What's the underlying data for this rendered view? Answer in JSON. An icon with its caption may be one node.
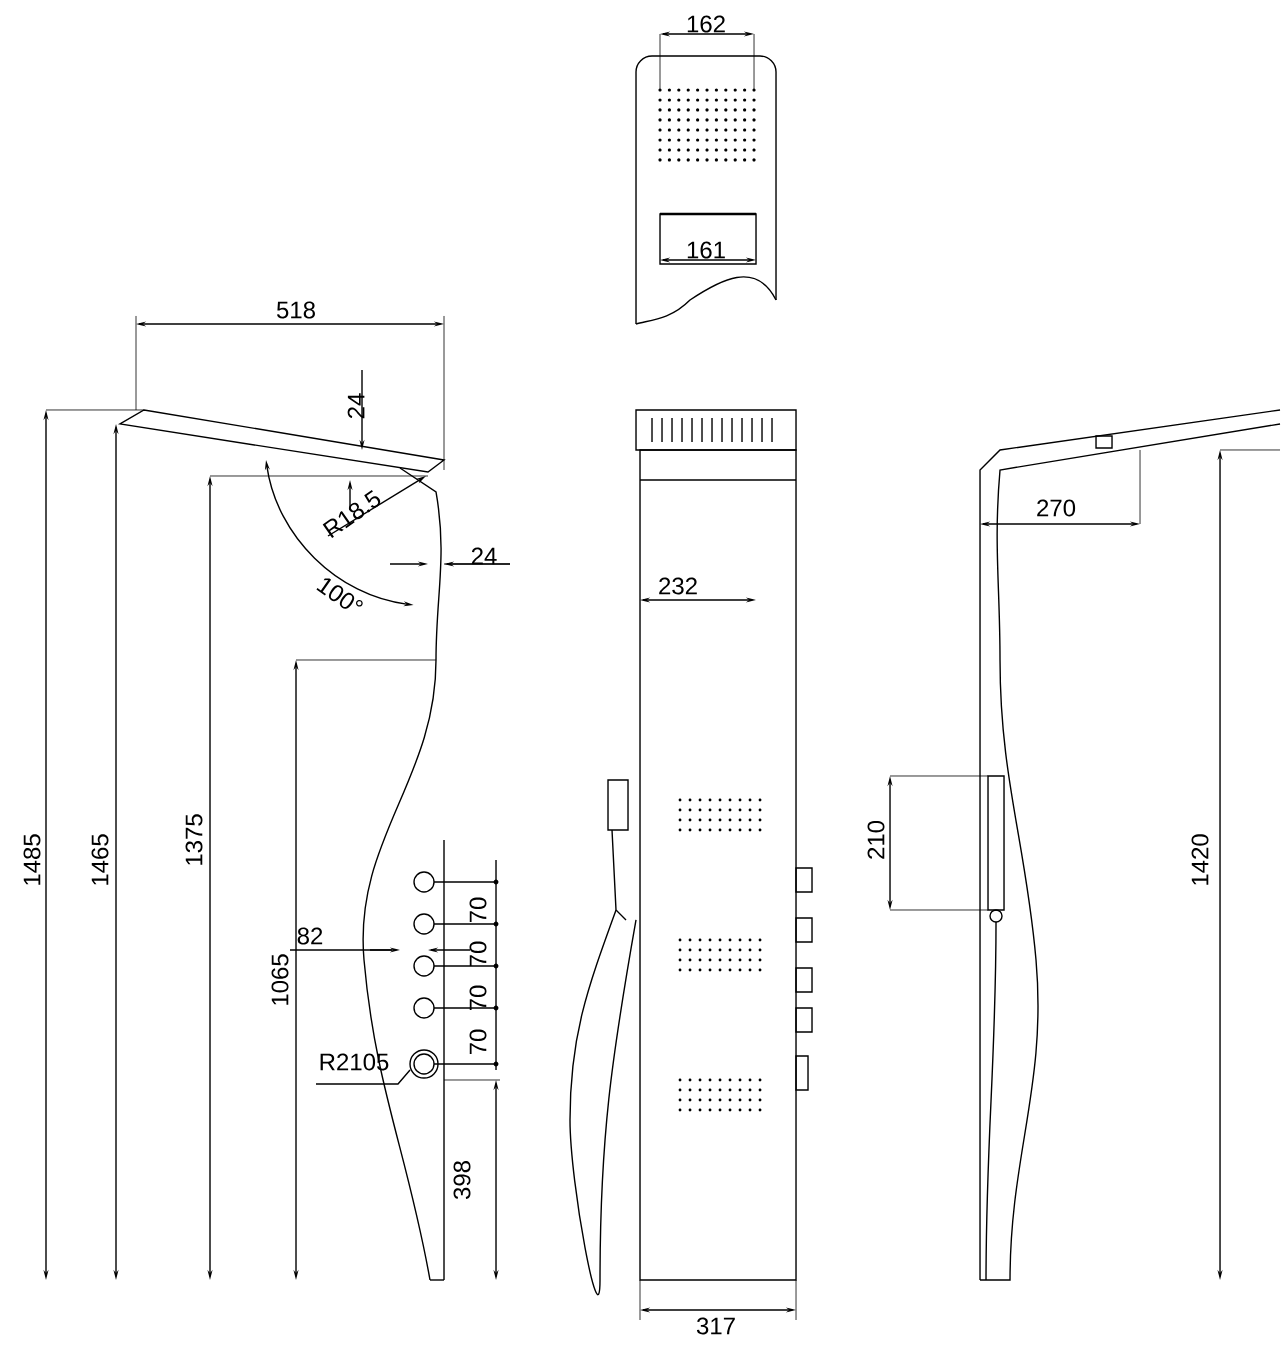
{
  "diagram": {
    "labels": [
      "162",
      "161",
      "518",
      "24",
      "R18.5",
      "24",
      "100°",
      "232",
      "270",
      "210",
      "1485",
      "1465",
      "1375",
      "1065",
      "1420",
      "82",
      "70",
      "70",
      "70",
      "70",
      "R2105",
      "398",
      "317"
    ]
  }
}
